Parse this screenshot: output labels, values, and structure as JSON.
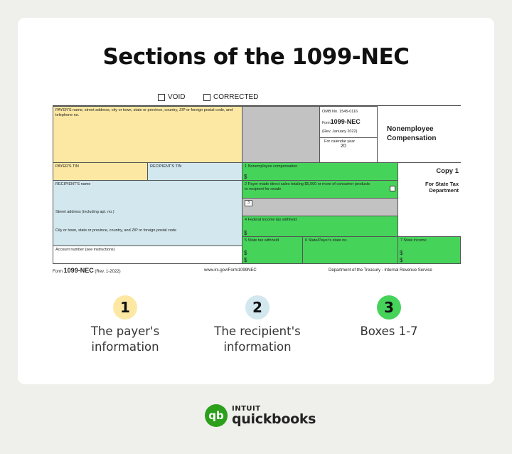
{
  "title": "Sections of the 1099-NEC",
  "form": {
    "void_label": "VOID",
    "corrected_label": "CORRECTED",
    "payer_info": "PAYER'S name, street address, city or town, state or province, country, ZIP or foreign postal code, and telephone no.",
    "omb": "OMB No. 1545-0116",
    "form_label": "Form",
    "form_number": "1099-NEC",
    "rev": "(Rev. January 2022)",
    "calendar_year": "For calendar year",
    "year": "20",
    "right_title": "Nonemployee Compensation",
    "payer_tin": "PAYER'S TIN",
    "recipient_tin": "RECIPIENT'S TIN",
    "box1": "1 Nonemployee compensation",
    "copy": "Copy 1",
    "copy_desc": "For State Tax Department",
    "recipient_name": "RECIPIENT'S name",
    "box2": "2 Payer made direct sales totaling $5,000 or more of consumer products to recipient for resale",
    "box3": "3",
    "street": "Street address (including apt. no.)",
    "box4": "4 Federal income tax withheld",
    "city": "City or town, state or province, country, and ZIP or foreign postal code",
    "box5": "5 State tax withheld",
    "box6": "6 State/Payer's state no.",
    "box7": "7 State income",
    "account": "Account number (see instructions)",
    "dollar": "$",
    "footer_form": "Form",
    "footer_number": "1099-NEC",
    "footer_rev": "(Rev. 1-2022)",
    "footer_url": "www.irs.gov/Form1099NEC",
    "footer_dept": "Department of the Treasury - Internal Revenue Service"
  },
  "sections": [
    {
      "number": "1",
      "line1": "The payer's",
      "line2": "information",
      "color": "#fde8a3"
    },
    {
      "number": "2",
      "line1": "The recipient's",
      "line2": "information",
      "color": "#d2e7ee"
    },
    {
      "number": "3",
      "line1": "Boxes 1-7",
      "line2": "",
      "color": "#45d35a"
    }
  ],
  "logo": {
    "mark": "qb",
    "intuit": "INTUIT",
    "quickbooks": "quickbooks"
  }
}
